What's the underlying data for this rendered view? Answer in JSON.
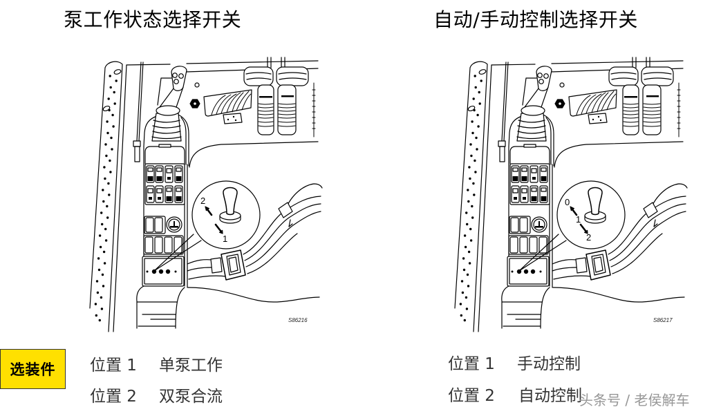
{
  "panels": [
    {
      "title": "泵工作状态选择开关",
      "figure_id": "S86216",
      "callout_labels": [
        "2",
        "1"
      ],
      "positions": [
        {
          "label": "位置 1",
          "description": "单泵工作"
        },
        {
          "label": "位置 2",
          "description": "双泵合流"
        }
      ]
    },
    {
      "title": "自动/手动控制选择开关",
      "figure_id": "S86217",
      "callout_labels": [
        "0",
        "1",
        "2"
      ],
      "positions": [
        {
          "label": "位置 1",
          "description": "手动控制"
        },
        {
          "label": "位置 2",
          "description": "自动控制"
        }
      ]
    }
  ],
  "badge": {
    "label": "选装件",
    "color": "#FFE000"
  },
  "watermark": "头条号 / 老侯解车",
  "colors": {
    "line_art": "#000000",
    "background": "#ffffff"
  }
}
